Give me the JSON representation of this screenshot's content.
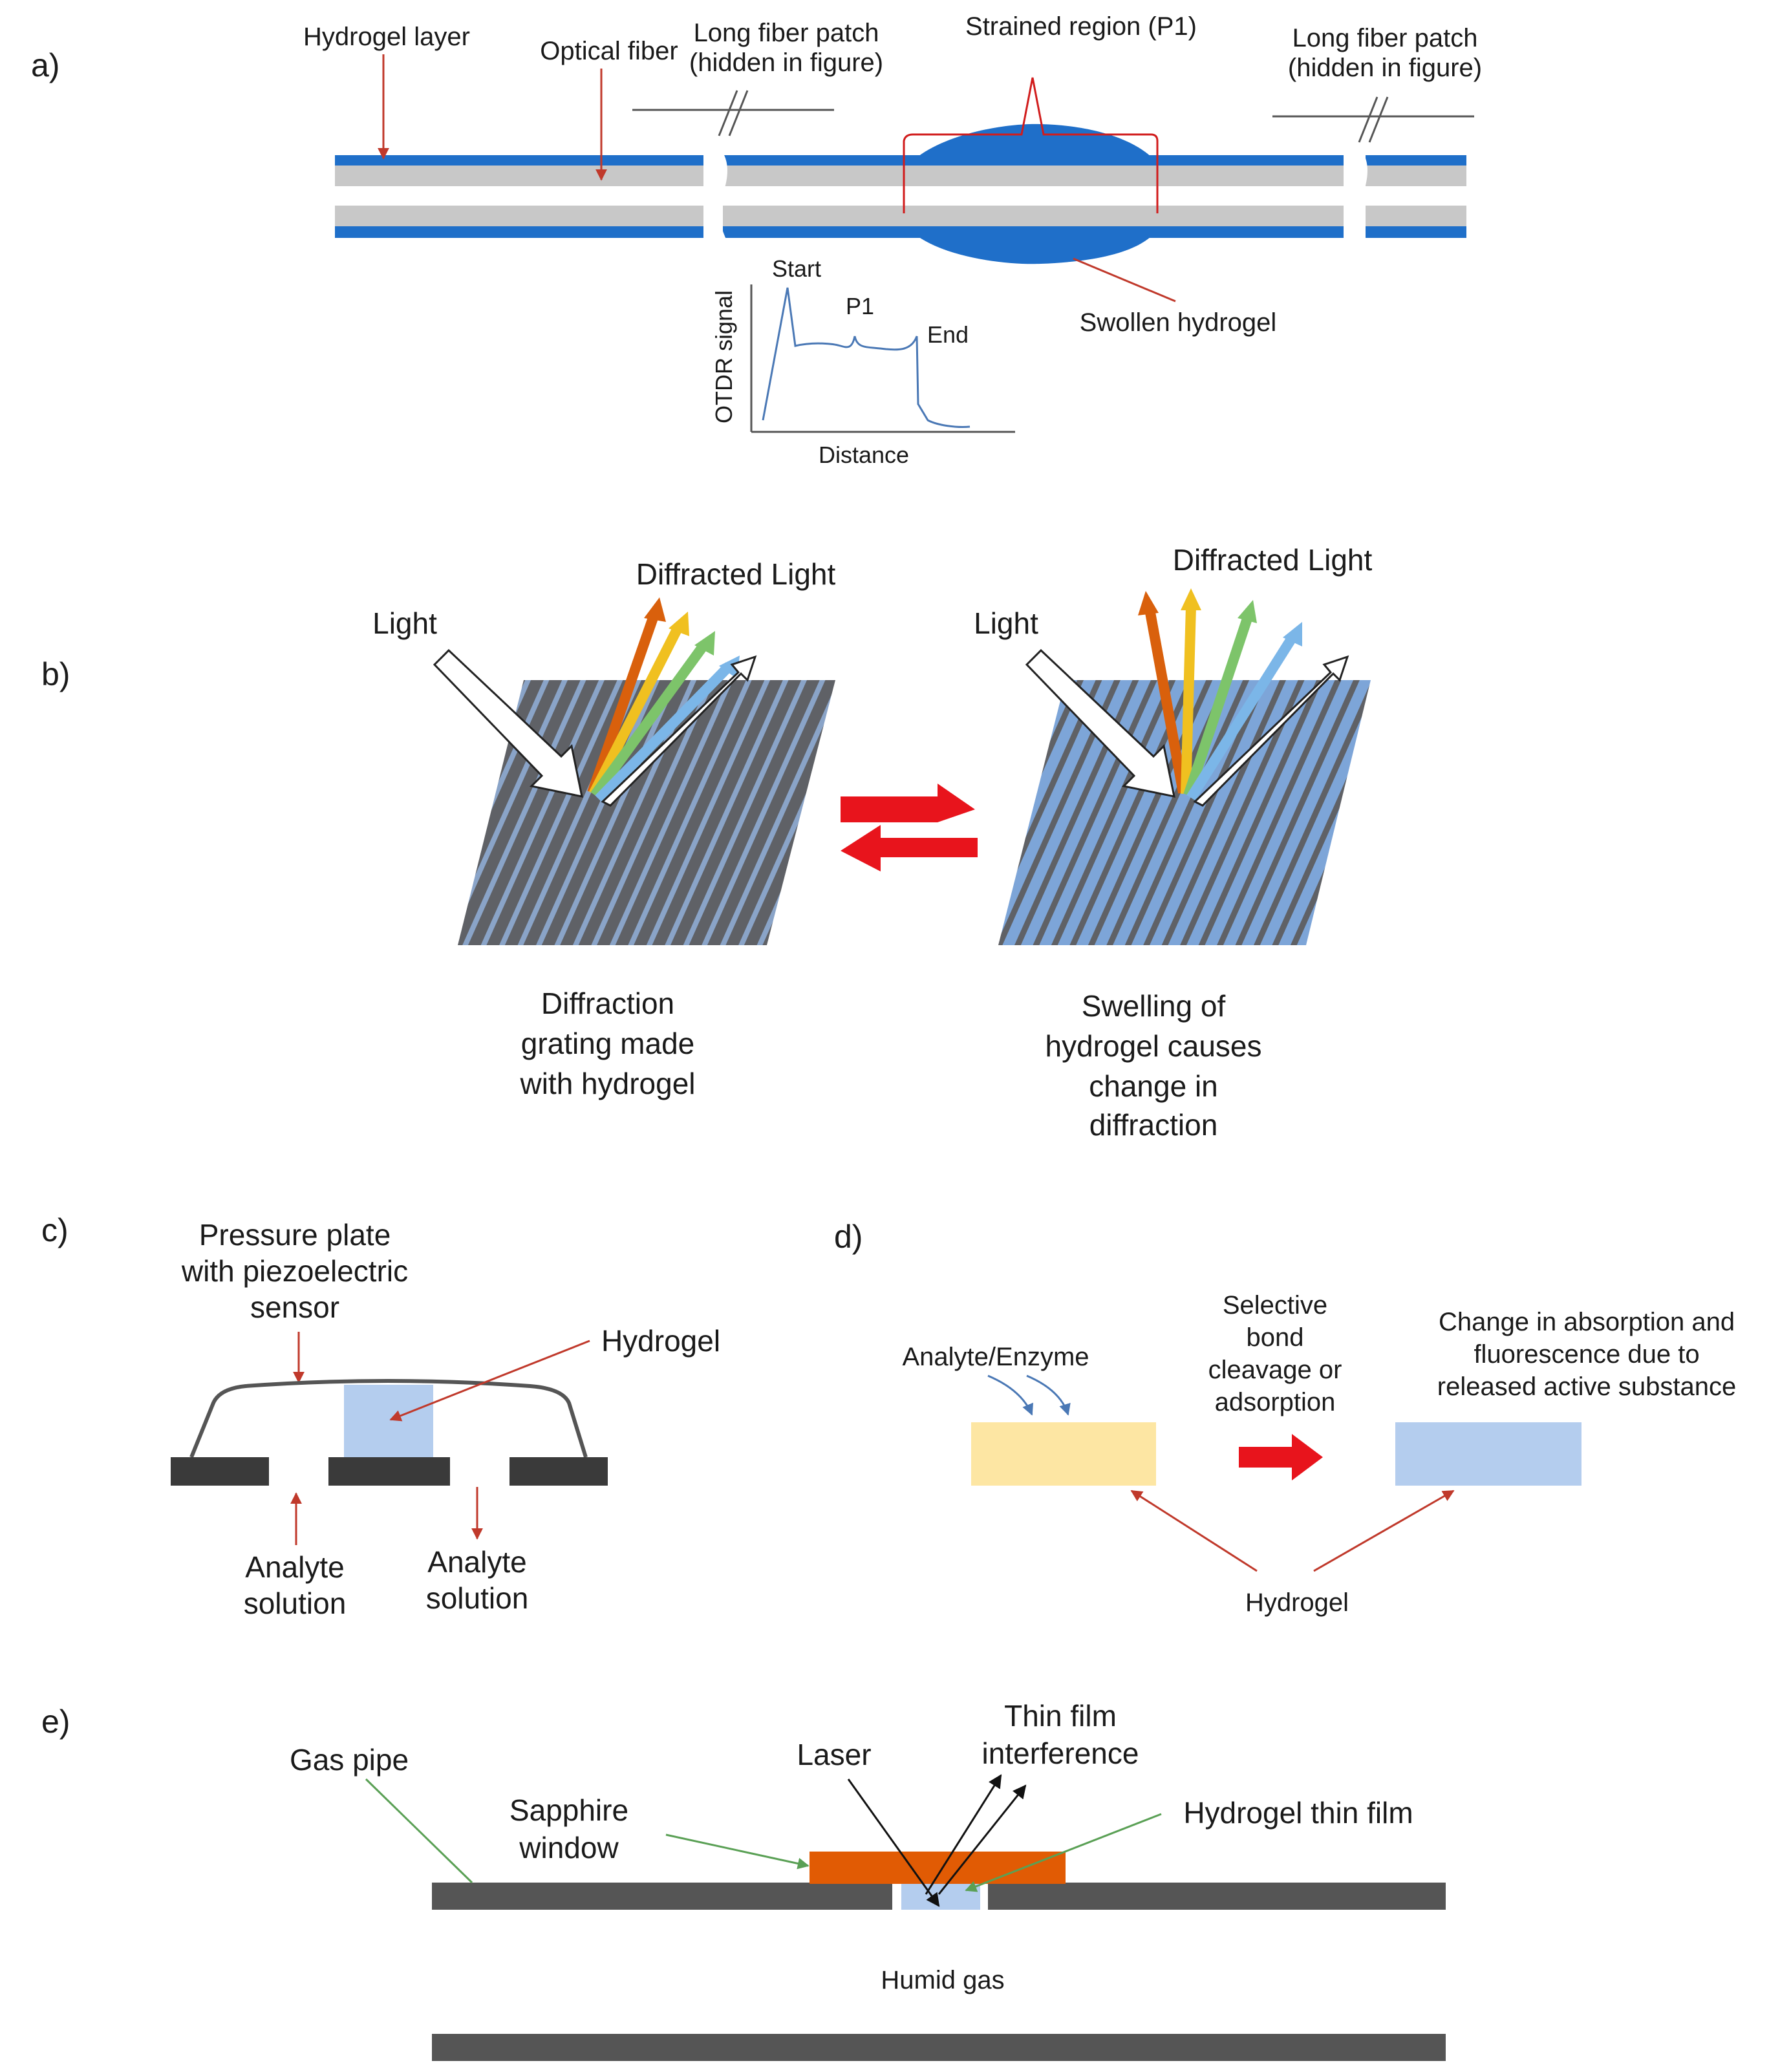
{
  "panels": {
    "a": {
      "letter": "a)",
      "hydrogel_layer": "Hydrogel layer",
      "optical_fiber": "Optical fiber",
      "patch_left": [
        "Long fiber patch",
        "(hidden in figure)"
      ],
      "patch_right": [
        "Long fiber patch",
        "(hidden in figure)"
      ],
      "strained_region": "Strained region (P1)",
      "swollen_hydrogel": "Swollen hydrogel",
      "otdr": {
        "ylabel": "OTDR signal",
        "xlabel": "Distance",
        "start": "Start",
        "p1": "P1",
        "end": "End"
      }
    },
    "b": {
      "letter": "b)",
      "left": {
        "light": "Light",
        "diffracted": "Diffracted Light",
        "caption": [
          "Diffraction",
          "grating made",
          "with hydrogel"
        ]
      },
      "right": {
        "light": "Light",
        "diffracted": "Diffracted Light",
        "caption": [
          "Swelling of",
          "hydrogel causes",
          "change in",
          "diffraction"
        ]
      }
    },
    "c": {
      "letter": "c)",
      "pressure_plate": [
        "Pressure plate",
        "with piezoelectric",
        "sensor"
      ],
      "hydrogel": "Hydrogel",
      "analyte_in": [
        "Analyte",
        "solution"
      ],
      "analyte_out": [
        "Analyte",
        "solution"
      ]
    },
    "d": {
      "letter": "d)",
      "analyte_enzyme": "Analyte/Enzyme",
      "process": [
        "Selective",
        "bond",
        "cleavage or",
        "adsorption"
      ],
      "result": [
        "Change in absorption and",
        "fluorescence due to",
        "released active substance"
      ],
      "hydrogel": "Hydrogel"
    },
    "e": {
      "letter": "e)",
      "gas_pipe": "Gas pipe",
      "sapphire_window": [
        "Sapphire",
        "window"
      ],
      "laser": "Laser",
      "thin_film_interference": [
        "Thin film",
        "interference"
      ],
      "hydrogel_thin_film": "Hydrogel thin film",
      "humid_gas": "Humid gas"
    }
  },
  "colors": {
    "fiber_blue": "#1f6fc9",
    "fiber_core": "#c8c8c8",
    "hydrogel_light_blue": "#b4cdee",
    "hydrogel_yellow": "#fde6a3",
    "pointer_red": "#c0392b",
    "reversible_arrow_red": "#e8141c",
    "grating_gray": "#5f6166",
    "grating_stripe": "#8aa4c8",
    "grating_swollen_blue": "#7da5d8",
    "sapphire_orange": "#e15b04",
    "pipe_gray": "#555555",
    "leader_green": "#5aa055",
    "ray_orange": "#d9600c",
    "ray_yellow": "#f0c020",
    "ray_green": "#7dc46a",
    "ray_blue": "#7bb6e8"
  }
}
